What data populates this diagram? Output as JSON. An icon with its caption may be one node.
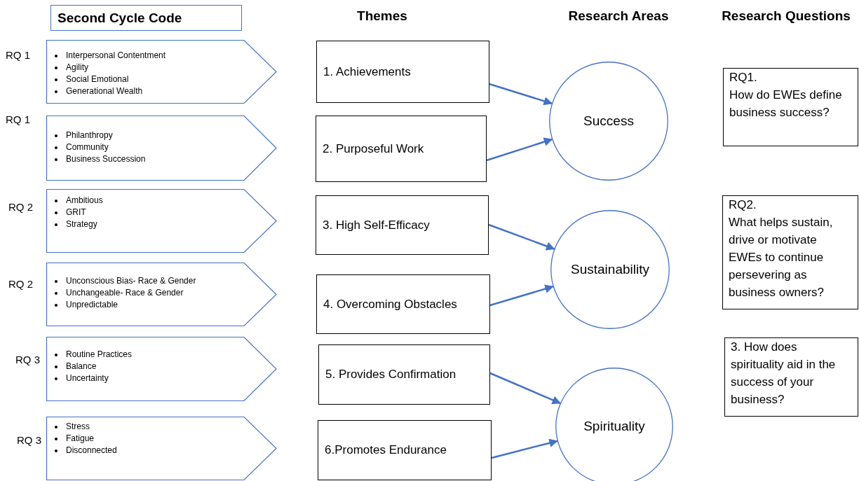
{
  "diagram": {
    "nodes": [
      {
        "text": [
          "Second Cycle Code"
        ]
      },
      {
        "text": [
          "Interpersonal Contentment",
          "Agility",
          "Social Emotional",
          "Generational Wealth"
        ],
        "beside": [
          "RQ 1"
        ]
      },
      {
        "text": [
          "Philanthropy",
          "Community",
          "Business Succession"
        ],
        "beside": [
          "RQ 1"
        ]
      },
      {
        "text": [
          "Ambitious",
          "GRIT",
          "Strategy"
        ],
        "beside": [
          "RQ 2"
        ]
      },
      {
        "text": [
          "Unconscious Bias- Race & Gender",
          "Unchangeable- Race & Gender",
          "Unpredictable"
        ],
        "beside": [
          "RQ 2"
        ]
      },
      {
        "text": [
          "Routine Practices",
          "Balance",
          "Uncertainty"
        ],
        "beside": [
          "RQ 3"
        ]
      },
      {
        "text": [
          "Stress",
          "Fatigue",
          "Disconnected"
        ],
        "beside": [
          "RQ 3"
        ]
      },
      {
        "text": [
          "1. Achievements"
        ]
      },
      {
        "text": [
          "2. Purposeful Work"
        ]
      },
      {
        "text": [
          "3. High Self-Efficacy"
        ]
      },
      {
        "text": [
          "4. Overcoming Obstacles"
        ]
      },
      {
        "text": [
          "5. Provides Confirmation"
        ]
      },
      {
        "text": [
          "6.Promotes Endurance"
        ]
      },
      {
        "text": [
          "Success"
        ]
      },
      {
        "text": [
          "Sustainability"
        ]
      },
      {
        "text": [
          "Spirituality"
        ]
      },
      {
        "text": [
          "RQ1.",
          "How do EWEs define business success?"
        ]
      },
      {
        "text": [
          "RQ2.",
          "What helps sustain, drive or motivate EWEs to continue persevering as business owners?"
        ]
      },
      {
        "text": [
          "3. How does spirituality aid in the success of your business?"
        ]
      }
    ],
    "edges": [
      {
        "from": 7,
        "to": 13,
        "arrow": "to"
      },
      {
        "from": 8,
        "to": 13,
        "arrow": "to"
      },
      {
        "from": 9,
        "to": 14,
        "arrow": "to"
      },
      {
        "from": 10,
        "to": 14,
        "arrow": "to"
      },
      {
        "from": 11,
        "to": 15,
        "arrow": "to"
      },
      {
        "from": 12,
        "to": 15,
        "arrow": "to"
      }
    ],
    "labels": [
      "Themes",
      "Research Areas",
      "Research Questions"
    ]
  }
}
